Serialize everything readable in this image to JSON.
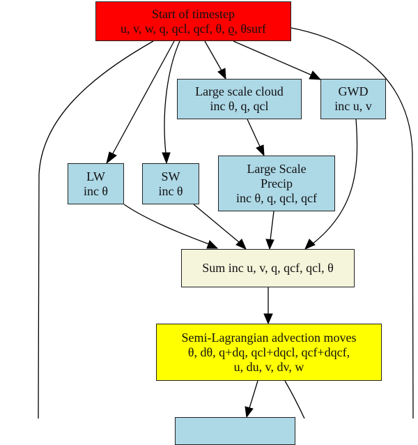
{
  "diagram": {
    "nodes": {
      "start": {
        "lines": [
          "Start of timestep",
          "u, v, w, q, qcl, qcf, θ, ϱ, θsurf"
        ],
        "fill": "#ff0000"
      },
      "large_scale_cloud": {
        "lines": [
          "Large scale cloud",
          "inc θ, q, qcl"
        ],
        "fill": "#add8e6"
      },
      "gwd": {
        "lines": [
          "GWD",
          "inc u, v"
        ],
        "fill": "#add8e6"
      },
      "lw": {
        "lines": [
          "LW",
          "inc θ"
        ],
        "fill": "#add8e6"
      },
      "sw": {
        "lines": [
          "SW",
          "inc θ"
        ],
        "fill": "#add8e6"
      },
      "large_scale_precip": {
        "lines": [
          "Large Scale",
          "Precip",
          "inc θ, q, qcl, qcf"
        ],
        "fill": "#add8e6"
      },
      "sum": {
        "lines": [
          "Sum inc u, v, q, qcf, qcl, θ"
        ],
        "fill": "#f5f5dc"
      },
      "semi_lagrangian": {
        "lines": [
          "Semi-Lagrangian advection moves",
          "θ, dθ, q+dq, qcl+dqcl, qcf+dqcf,",
          "u, du, v, dv, w"
        ],
        "fill": "#ffff00"
      },
      "next": {
        "lines": [],
        "fill": "#add8e6"
      }
    },
    "edges": [
      {
        "from": "start",
        "to": "large_scale_cloud"
      },
      {
        "from": "start",
        "to": "gwd"
      },
      {
        "from": "start",
        "to": "lw"
      },
      {
        "from": "start",
        "to": "sw"
      },
      {
        "from": "start",
        "to": "(offscreen-left)"
      },
      {
        "from": "start",
        "to": "(offscreen-right)"
      },
      {
        "from": "large_scale_cloud",
        "to": "large_scale_precip"
      },
      {
        "from": "lw",
        "to": "sum"
      },
      {
        "from": "sw",
        "to": "sum"
      },
      {
        "from": "large_scale_precip",
        "to": "sum"
      },
      {
        "from": "gwd",
        "to": "sum"
      },
      {
        "from": "sum",
        "to": "semi_lagrangian"
      },
      {
        "from": "semi_lagrangian",
        "to": "next"
      },
      {
        "from": "semi_lagrangian",
        "to": "(offscreen-bottom)"
      }
    ]
  }
}
